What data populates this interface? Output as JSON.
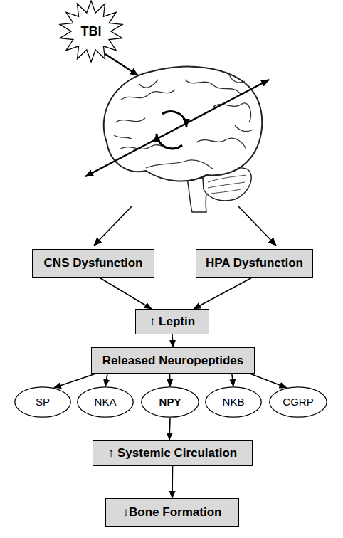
{
  "diagram": {
    "nodes": [
      {
        "text": [
          "TBI"
        ]
      },
      {
        "text": [
          "CNS Dysfunction"
        ]
      },
      {
        "text": [
          "HPA Dysfunction"
        ]
      },
      {
        "text": [
          "↑ Leptin"
        ]
      },
      {
        "text": [
          "Released Neuropeptides"
        ]
      },
      {
        "text": [
          "SP"
        ]
      },
      {
        "text": [
          "NKA"
        ]
      },
      {
        "text": [
          "NPY"
        ]
      },
      {
        "text": [
          "NKB"
        ]
      },
      {
        "text": [
          "CGRP"
        ]
      },
      {
        "text": [
          "↑ Systemic Circulation"
        ]
      },
      {
        "text": [
          "↓Bone Formation"
        ]
      }
    ],
    "edges": [
      {
        "from": 1,
        "to": 3,
        "arrow": "to"
      },
      {
        "from": 2,
        "to": 3,
        "arrow": "to"
      },
      {
        "from": 3,
        "to": 4,
        "arrow": "to"
      },
      {
        "from": 4,
        "to": 5,
        "arrow": "to"
      },
      {
        "from": 4,
        "to": 6,
        "arrow": "to"
      },
      {
        "from": 4,
        "to": 7,
        "arrow": "to"
      },
      {
        "from": 4,
        "to": 8,
        "arrow": "to"
      },
      {
        "from": 4,
        "to": 9,
        "arrow": "to"
      },
      {
        "from": 7,
        "to": 10,
        "arrow": "to"
      },
      {
        "from": 10,
        "to": 11,
        "arrow": "to"
      }
    ]
  }
}
